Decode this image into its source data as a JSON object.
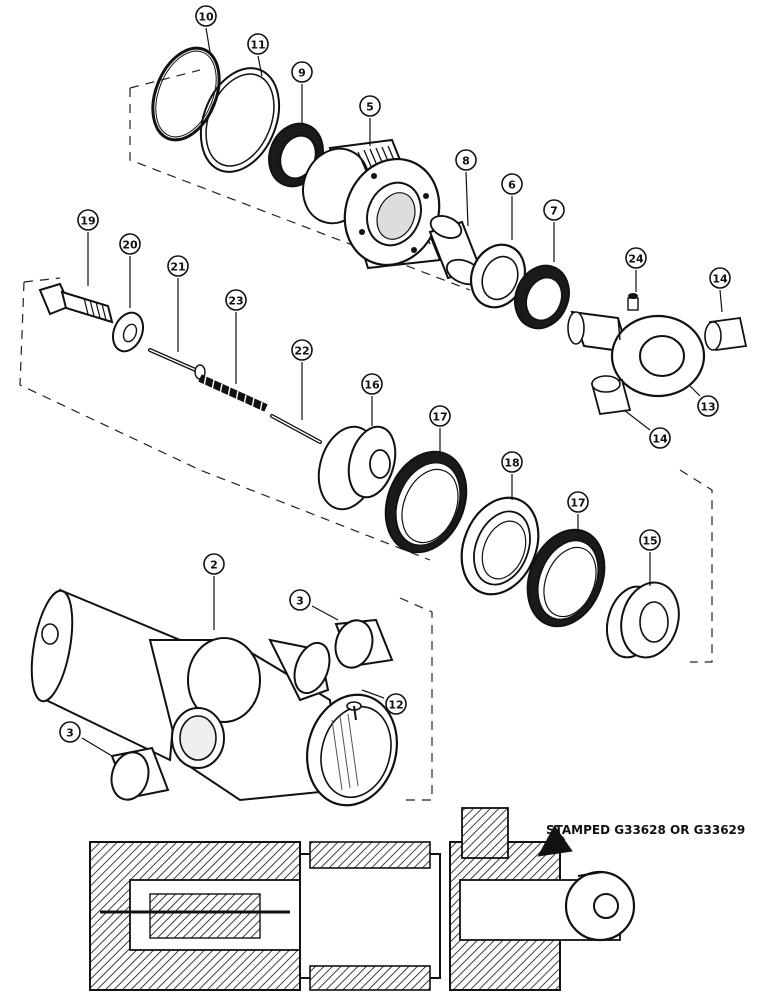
{
  "callouts": {
    "c10": "10",
    "c11": "11",
    "c9": "9",
    "c5": "5",
    "c8": "8",
    "c6": "6",
    "c7": "7",
    "c19": "19",
    "c20": "20",
    "c21": "21",
    "c23": "23",
    "c22": "22",
    "c24": "24",
    "c14a": "14",
    "c14b": "14",
    "c13": "13",
    "c16": "16",
    "c17a": "17",
    "c18": "18",
    "c17b": "17",
    "c15": "15",
    "c2": "2",
    "c3a": "3",
    "c3b": "3",
    "c12": "12"
  },
  "stamp_note": "STAMPED G33628 OR G33629"
}
